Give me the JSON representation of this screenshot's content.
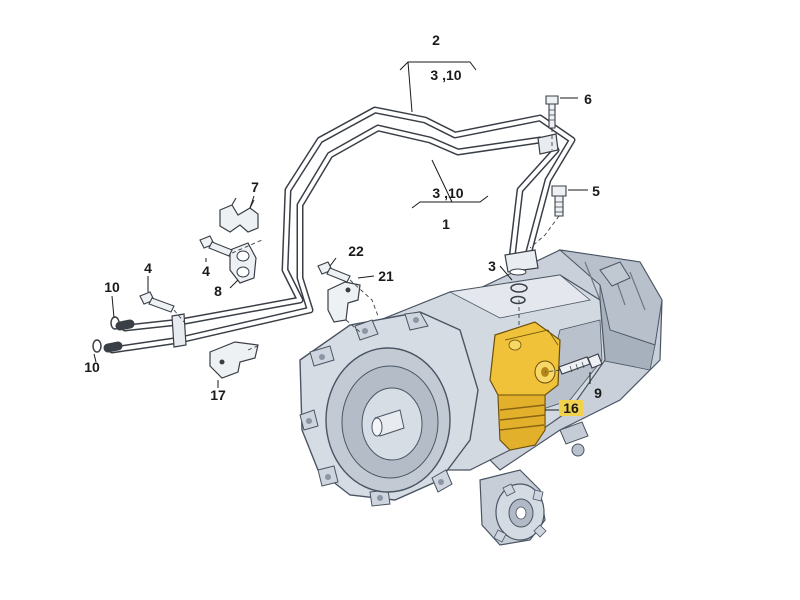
{
  "colors": {
    "housing": "#d3d9e1",
    "housing_shade": "#aab3bf",
    "housing_dark": "#7d8796",
    "outline": "#4a5563",
    "pipe_fill": "#ffffff",
    "pipe_outline": "#3a3f47",
    "highlight_part": "#f0c23a",
    "highlight_shade": "#c9961c",
    "label_highlight": "#f2d24c",
    "leader": "#1a1a1a"
  },
  "icons": [
    "transmission-housing",
    "oil-cooler-line",
    "oil-filter-housing",
    "bolt",
    "o-ring",
    "bracket",
    "clamp"
  ],
  "labels": {
    "l1": "1",
    "l2": "2",
    "l2_sub": "3 ,10",
    "l1_sub": "3 ,10",
    "l3": "3",
    "l4a": "4",
    "l4b": "4",
    "l5": "5",
    "l6": "6",
    "l7": "7",
    "l8": "8",
    "l9": "9",
    "l10a": "10",
    "l10b": "10",
    "l16": "16",
    "l17": "17",
    "l21": "21",
    "l22": "22"
  }
}
